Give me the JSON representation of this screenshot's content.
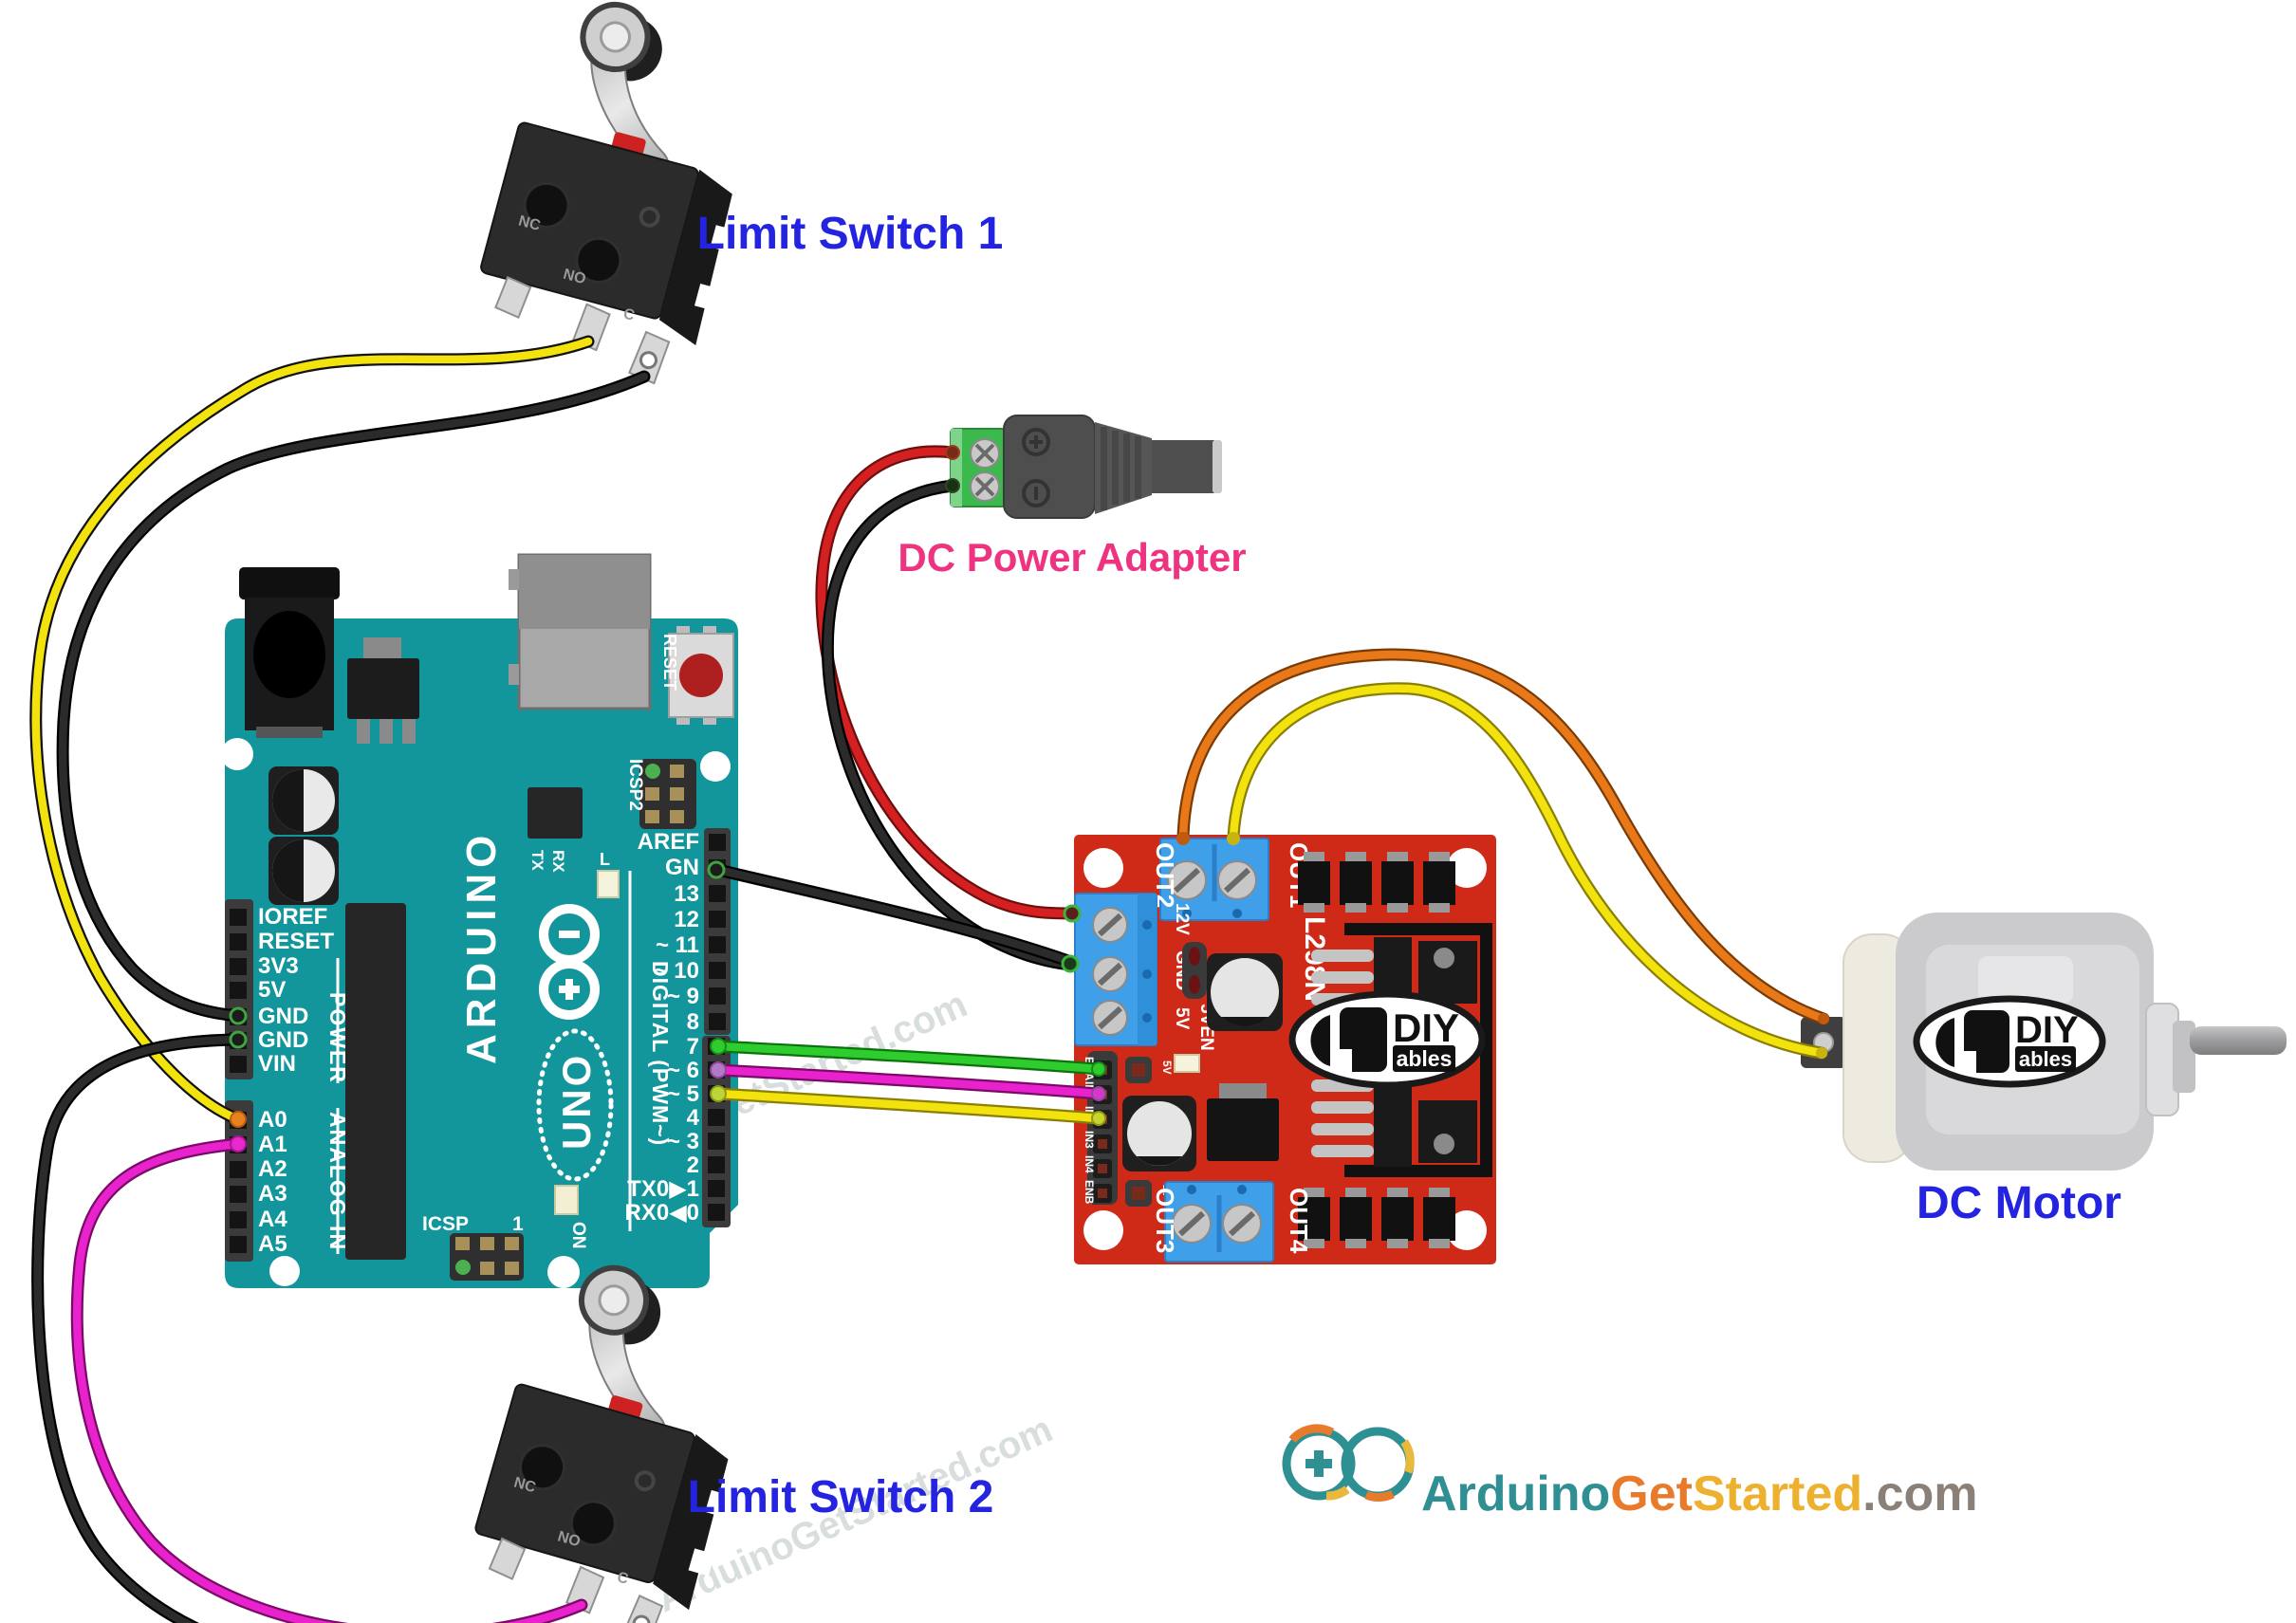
{
  "captions": {
    "limit_switch_1": "Limit Switch 1",
    "limit_switch_2": "Limit Switch 2",
    "dc_power_adapter": "DC Power Adapter",
    "dc_motor": "DC Motor"
  },
  "colors": {
    "caption_blue": "#2323E0",
    "caption_pink": "#EE3380",
    "arduino_teal": "#12969B",
    "driver_red": "#CF2A18",
    "terminal_blue": "#3F9FE8",
    "wire_yellow": "#F2E20E",
    "wire_black": "#2B2B2B",
    "wire_red": "#D42020",
    "wire_magenta": "#E822CC",
    "wire_green": "#2ECC2E",
    "wire_orange": "#E87818",
    "footer_teal": "#2F8F93",
    "footer_orange": "#E87A2C",
    "footer_yellow": "#EDB12F",
    "footer_gray": "#8A8078"
  },
  "watermark_text": "ArduinoGetStarted.com",
  "arduino": {
    "brand": "ARDUINO",
    "model": "UNO",
    "reset_label": "RESET",
    "power_group": "POWER",
    "analog_group": "ANALOG IN",
    "digital_group": "DIGITAL (PWM~)",
    "power_pins": [
      "IOREF",
      "RESET",
      "3V3",
      "5V",
      "GND",
      "GND",
      "VIN"
    ],
    "analog_pins": [
      "A0",
      "A1",
      "A2",
      "A3",
      "A4",
      "A5"
    ],
    "digital_top_pins": [
      "AREF",
      "GN",
      "13",
      "12",
      "~ 11",
      "~ 10",
      "~ 9",
      "8"
    ],
    "digital_bottom_pins": [
      "7",
      "~ 6",
      "~ 5",
      "4",
      "~ 3",
      "2",
      "TX0▶1",
      "RX0◀0"
    ],
    "icsp_label": "ICSP",
    "icsp2_label": "ICSP2",
    "pin1_label": "1",
    "on_label": "ON",
    "led_label": "L",
    "tx_label": "TX",
    "rx_label": "RX"
  },
  "driver": {
    "chip_label": "L298N",
    "out_labels": [
      "OUT1",
      "OUT2",
      "OUT3",
      "OUT4"
    ],
    "power_terminal_labels": [
      "12V",
      "GND",
      "5V"
    ],
    "jumper_label": "5VEN",
    "control_pin_labels": [
      "ENA",
      "IN1",
      "IN2",
      "IN3",
      "IN4",
      "ENB"
    ],
    "aux_pin_label": "5V",
    "logo": {
      "diy": "DIY",
      "ables": "ables"
    }
  },
  "motor": {
    "logo": {
      "diy": "DIY",
      "ables": "ables"
    }
  },
  "limit_switch": {
    "nc": "NC",
    "no": "NO",
    "c": "C"
  },
  "footer_logo": {
    "part1": "Arduino",
    "part2": "Get",
    "part3": "Started",
    "part4": ".com"
  }
}
